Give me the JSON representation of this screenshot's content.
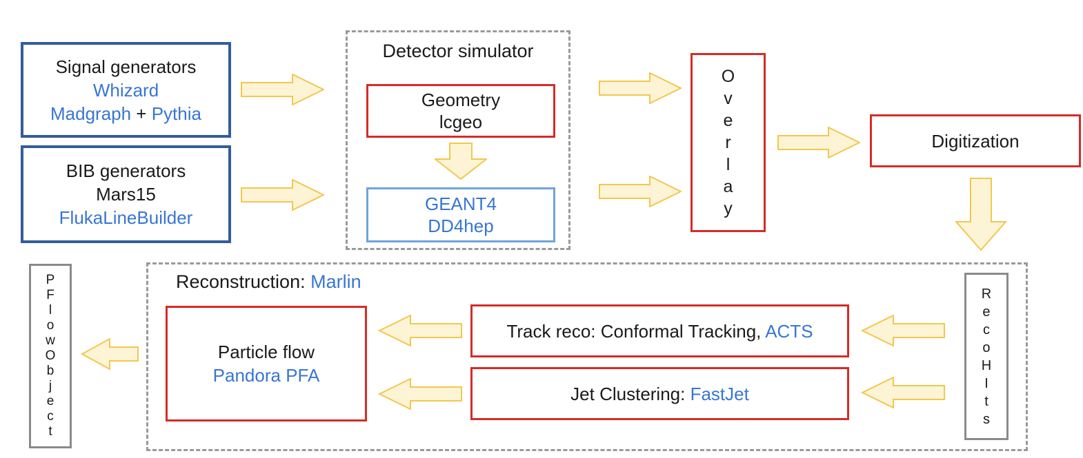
{
  "colors": {
    "arrow_fill": "#fcf4d4",
    "arrow_stroke": "#f2c74e",
    "red_border": "#d62b27",
    "dark_blue_border": "#325d9d",
    "light_blue_border": "#6fa3dc",
    "link_blue": "#3776d2",
    "gray_border": "#8a8a8a",
    "dashed_gray": "#999999",
    "text_black": "#1a1a1a"
  },
  "generators": {
    "signal": {
      "title": "Signal generators",
      "tool1": "Whizard",
      "tool2a": "Madgraph",
      "tool2b": " + ",
      "tool2c": "Pythia"
    },
    "bib": {
      "title": "BIB generators",
      "tool1": "Mars15",
      "tool2": "FlukaLineBuilder"
    }
  },
  "detector_simulator": {
    "title": "Detector simulator",
    "geometry": {
      "line1": "Geometry",
      "line2": "lcgeo"
    },
    "simulation": {
      "line1": "GEANT4",
      "line2": "DD4hep"
    }
  },
  "overlay": {
    "label": "Overlay"
  },
  "digitization": {
    "label": "Digitization"
  },
  "reco_hits": {
    "label": "RecoHIts"
  },
  "pflow_object": {
    "label": "PFlowObject"
  },
  "reconstruction": {
    "title_a": "Reconstruction: ",
    "title_b": "Marlin",
    "particle_flow": {
      "line1": "Particle flow",
      "line2": "Pandora PFA"
    },
    "track_reco": {
      "text_a": "Track reco: Conformal Tracking, ",
      "text_b": "ACTS"
    },
    "jet_clustering": {
      "text_a": "Jet Clustering: ",
      "text_b": "FastJet"
    }
  }
}
